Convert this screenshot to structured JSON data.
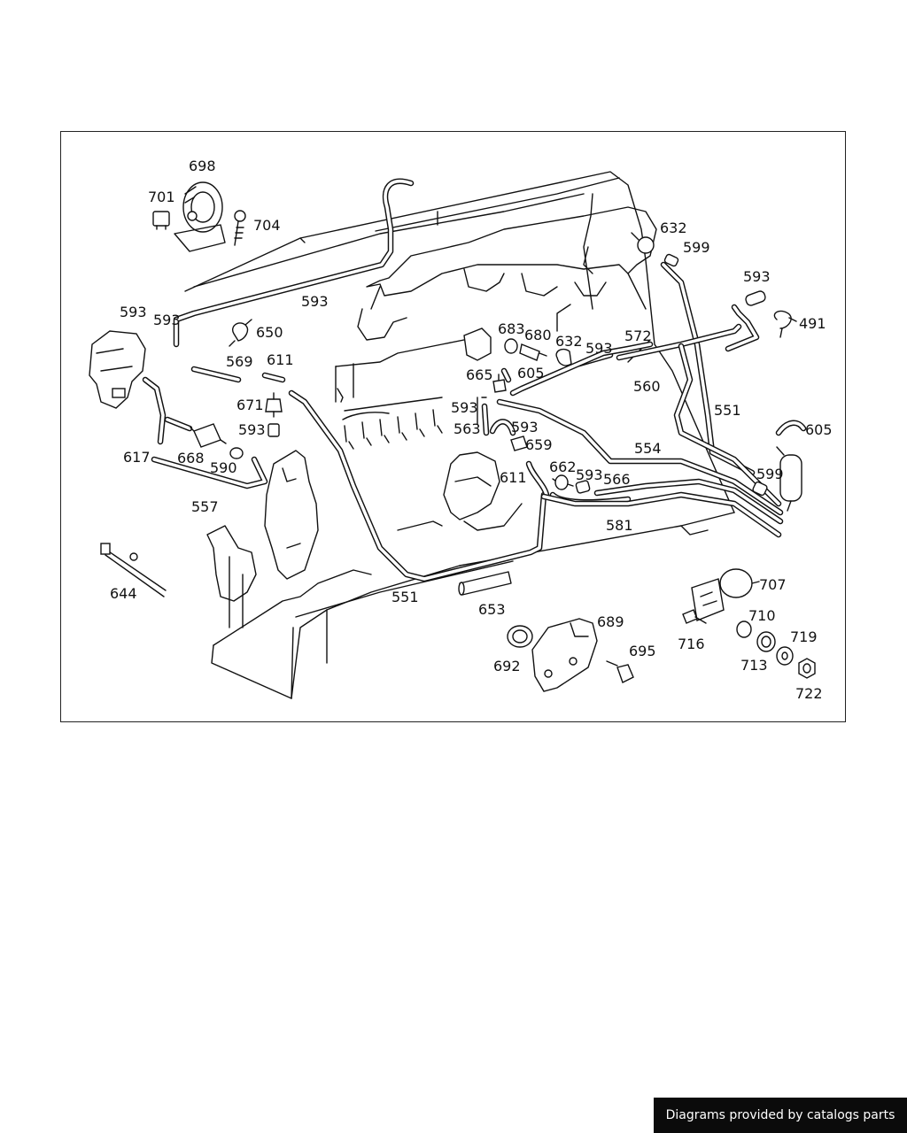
{
  "labels": [
    "698",
    "701",
    "704",
    "593",
    "593",
    "593",
    "650",
    "569",
    "611",
    "671",
    "593",
    "617",
    "668",
    "590",
    "557",
    "644",
    "551",
    "653",
    "632",
    "599",
    "593",
    "491",
    "683",
    "680",
    "632",
    "593",
    "572",
    "665",
    "605",
    "560",
    "593",
    "563",
    "593",
    "659",
    "551",
    "605",
    "554",
    "662",
    "593",
    "566",
    "599",
    "611",
    "581",
    "707",
    "689",
    "695",
    "692",
    "716",
    "710",
    "719",
    "713",
    "722"
  ],
  "footer": {
    "text": "Diagrams provided by catalogs parts"
  }
}
